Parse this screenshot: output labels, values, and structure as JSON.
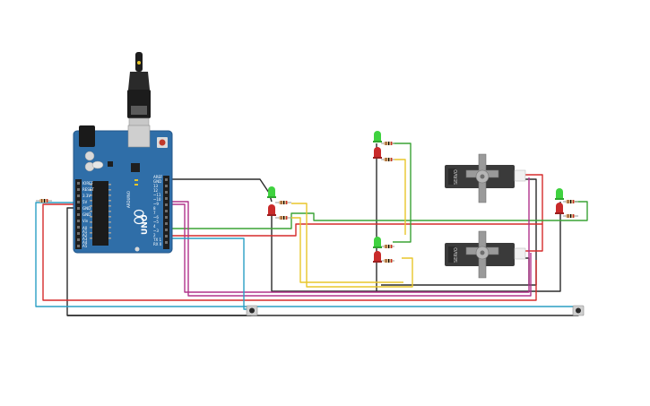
{
  "board": {
    "name": "UNO",
    "brand": "ARDUINO",
    "pin_labels": [
      "AREF",
      "GND",
      "13",
      "12",
      "~11",
      "~10",
      "~9",
      "8",
      "7",
      "~6",
      "~5",
      "4",
      "~3",
      "2",
      "TX 1",
      "RX 0"
    ],
    "power_labels": [
      "IOREF",
      "RESET",
      "3.3V",
      "5V",
      "GND",
      "GND",
      "Vin"
    ],
    "analog_labels": [
      "A0",
      "A1",
      "A2",
      "A3",
      "A4",
      "A5"
    ]
  },
  "servos": [
    {
      "label": "SERVO"
    },
    {
      "label": "SERVO"
    }
  ],
  "colors": {
    "background": "#ffffff",
    "board": "#2f6ea8",
    "wire_black": "#2b2b2b",
    "wire_red": "#d62c2c",
    "wire_green": "#3aa335",
    "wire_yellow": "#e8c62a",
    "wire_magenta": "#b0348c",
    "wire_blue": "#2a9fc4",
    "led_green": "#3fd23f",
    "led_red": "#c92a2a",
    "servo_body": "#3a3a3a"
  }
}
